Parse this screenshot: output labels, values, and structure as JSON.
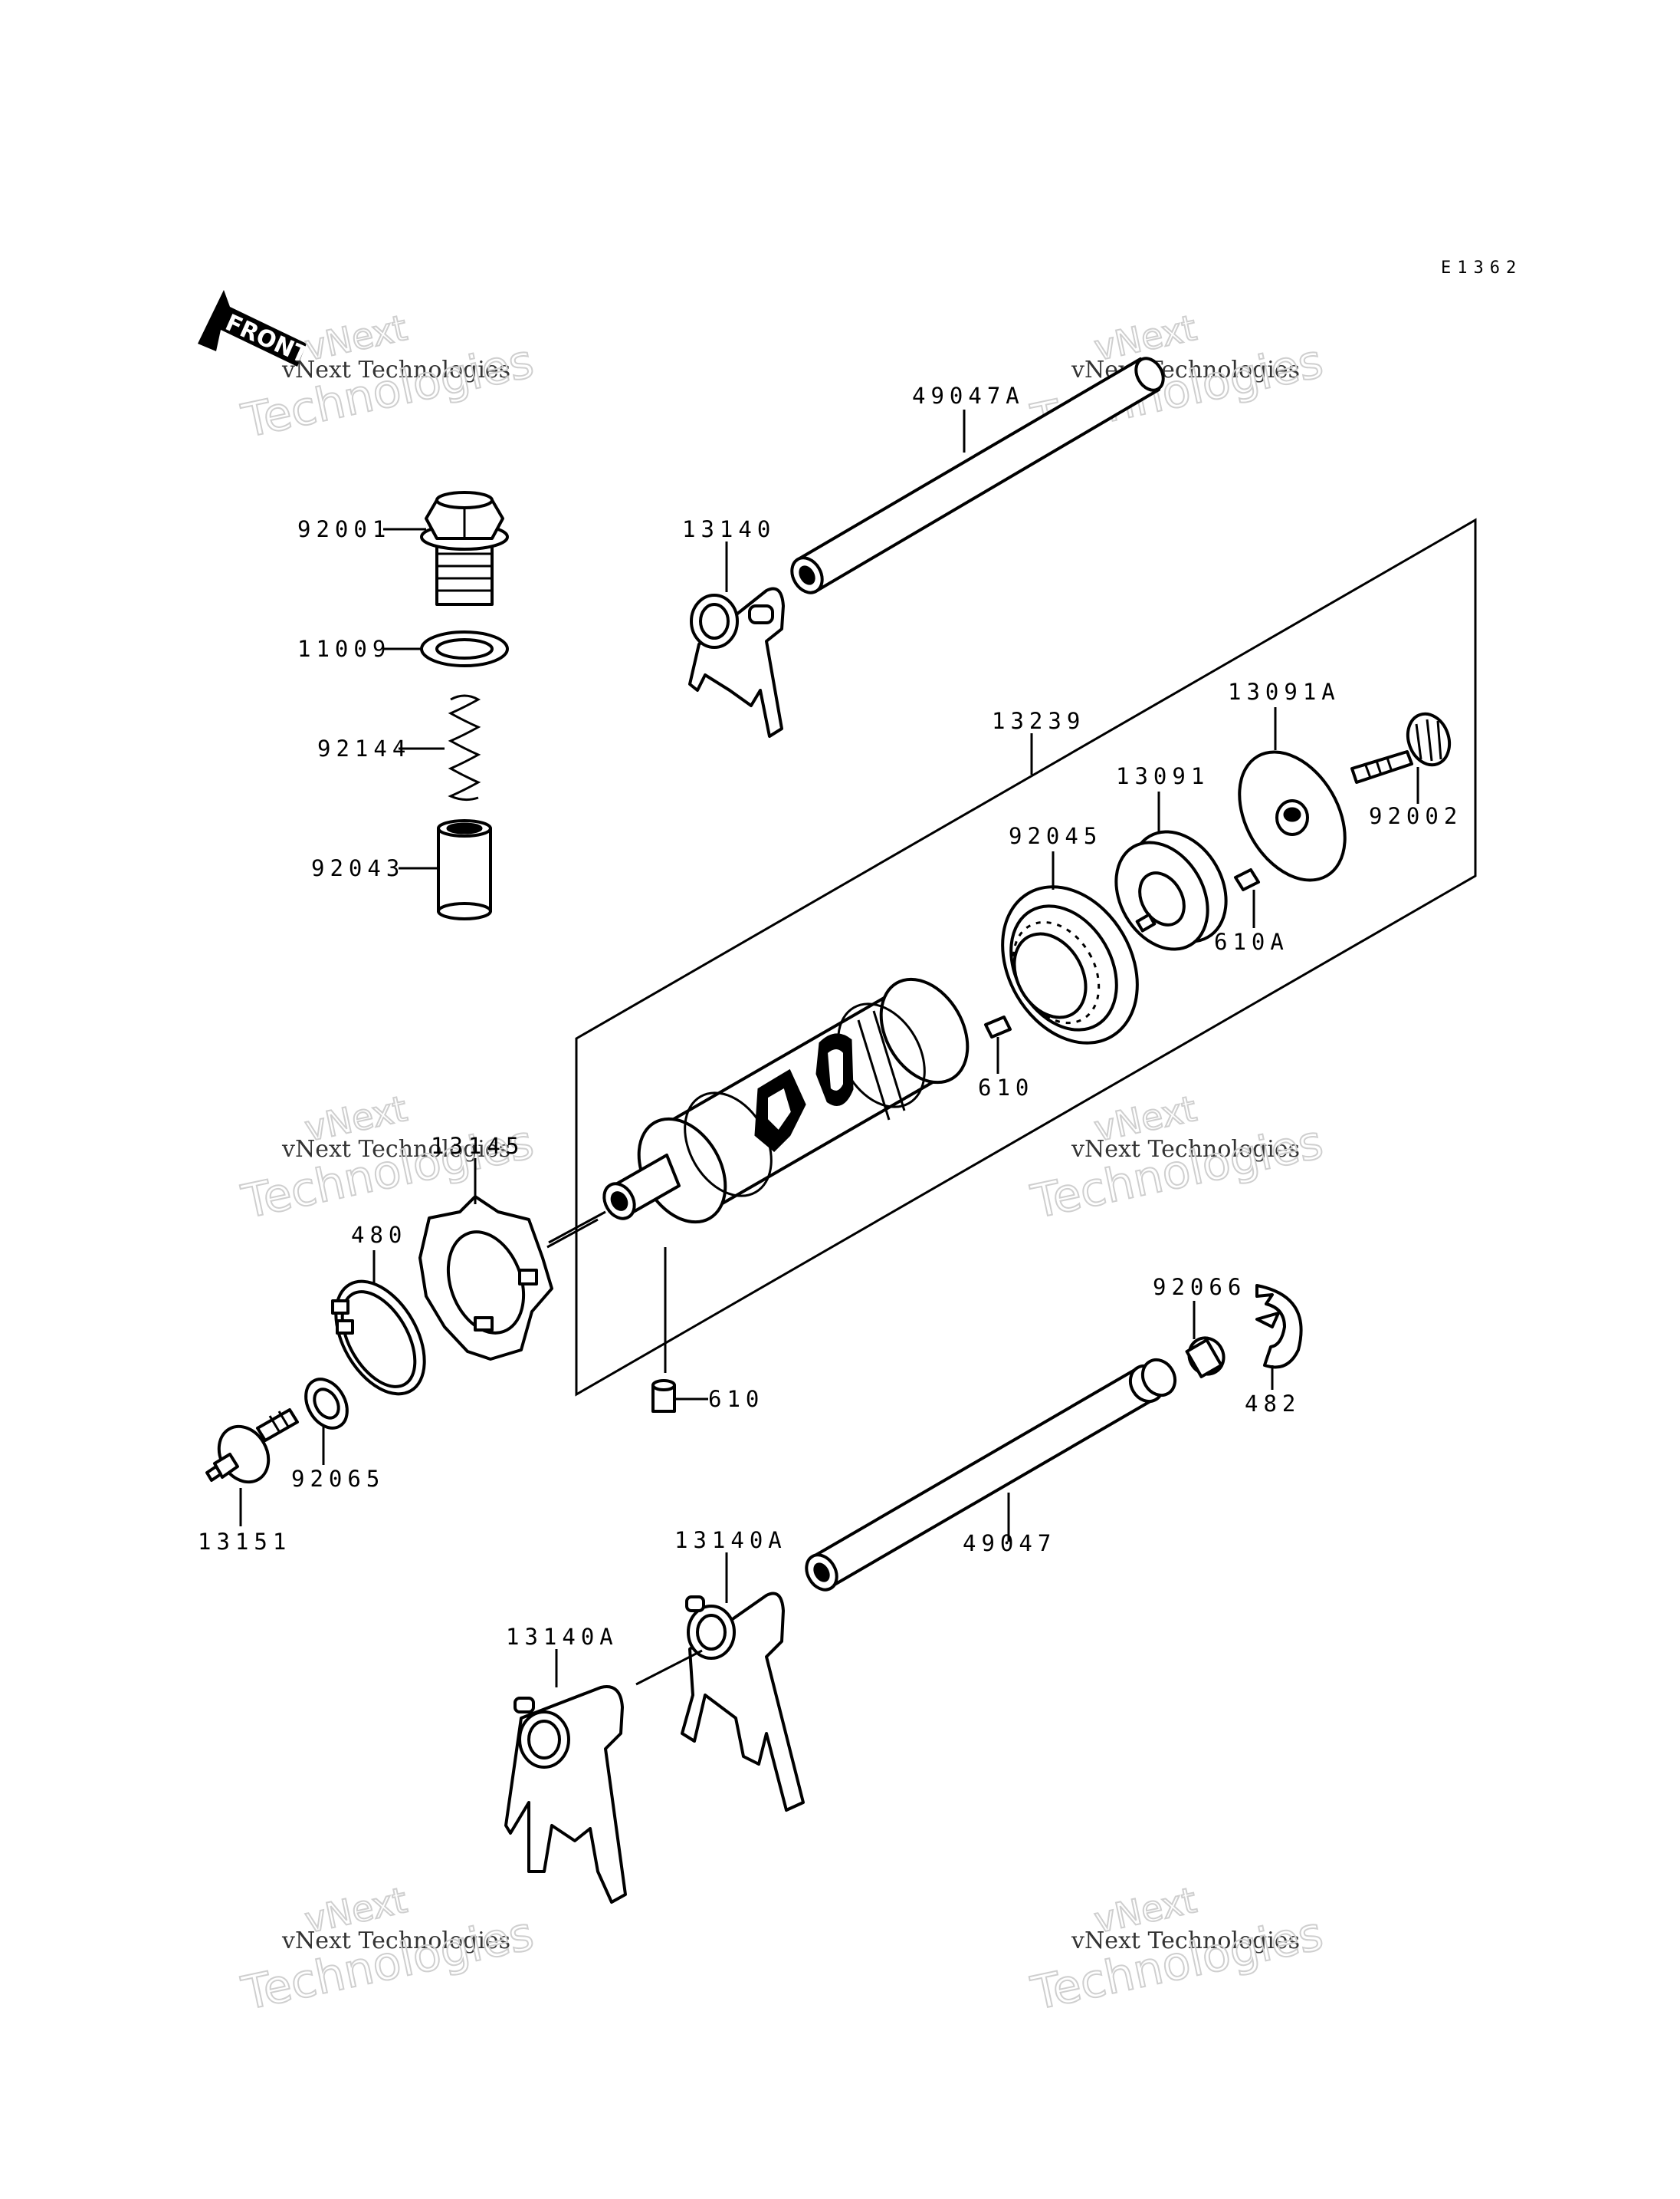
{
  "diagram_code": "E1362",
  "front_label": "FRONT",
  "watermark": {
    "line1": "vNext",
    "line2": "vNext Technologies",
    "line3": "Technologies"
  },
  "parts": {
    "p92001": "92001",
    "p11009": "11009",
    "p92144": "92144",
    "p92043": "92043",
    "p13140": "13140",
    "p49047A": "49047A",
    "p13239": "13239",
    "p13091A": "13091A",
    "p13091": "13091",
    "p92045": "92045",
    "p92002": "92002",
    "p610A": "610A",
    "p610_upper": "610",
    "p13145": "13145",
    "p480": "480",
    "p610_lower": "610",
    "p92066": "92066",
    "p482": "482",
    "p92065": "92065",
    "p13151": "13151",
    "p13140A_right": "13140A",
    "p49047": "49047",
    "p13140A_left": "13140A"
  }
}
